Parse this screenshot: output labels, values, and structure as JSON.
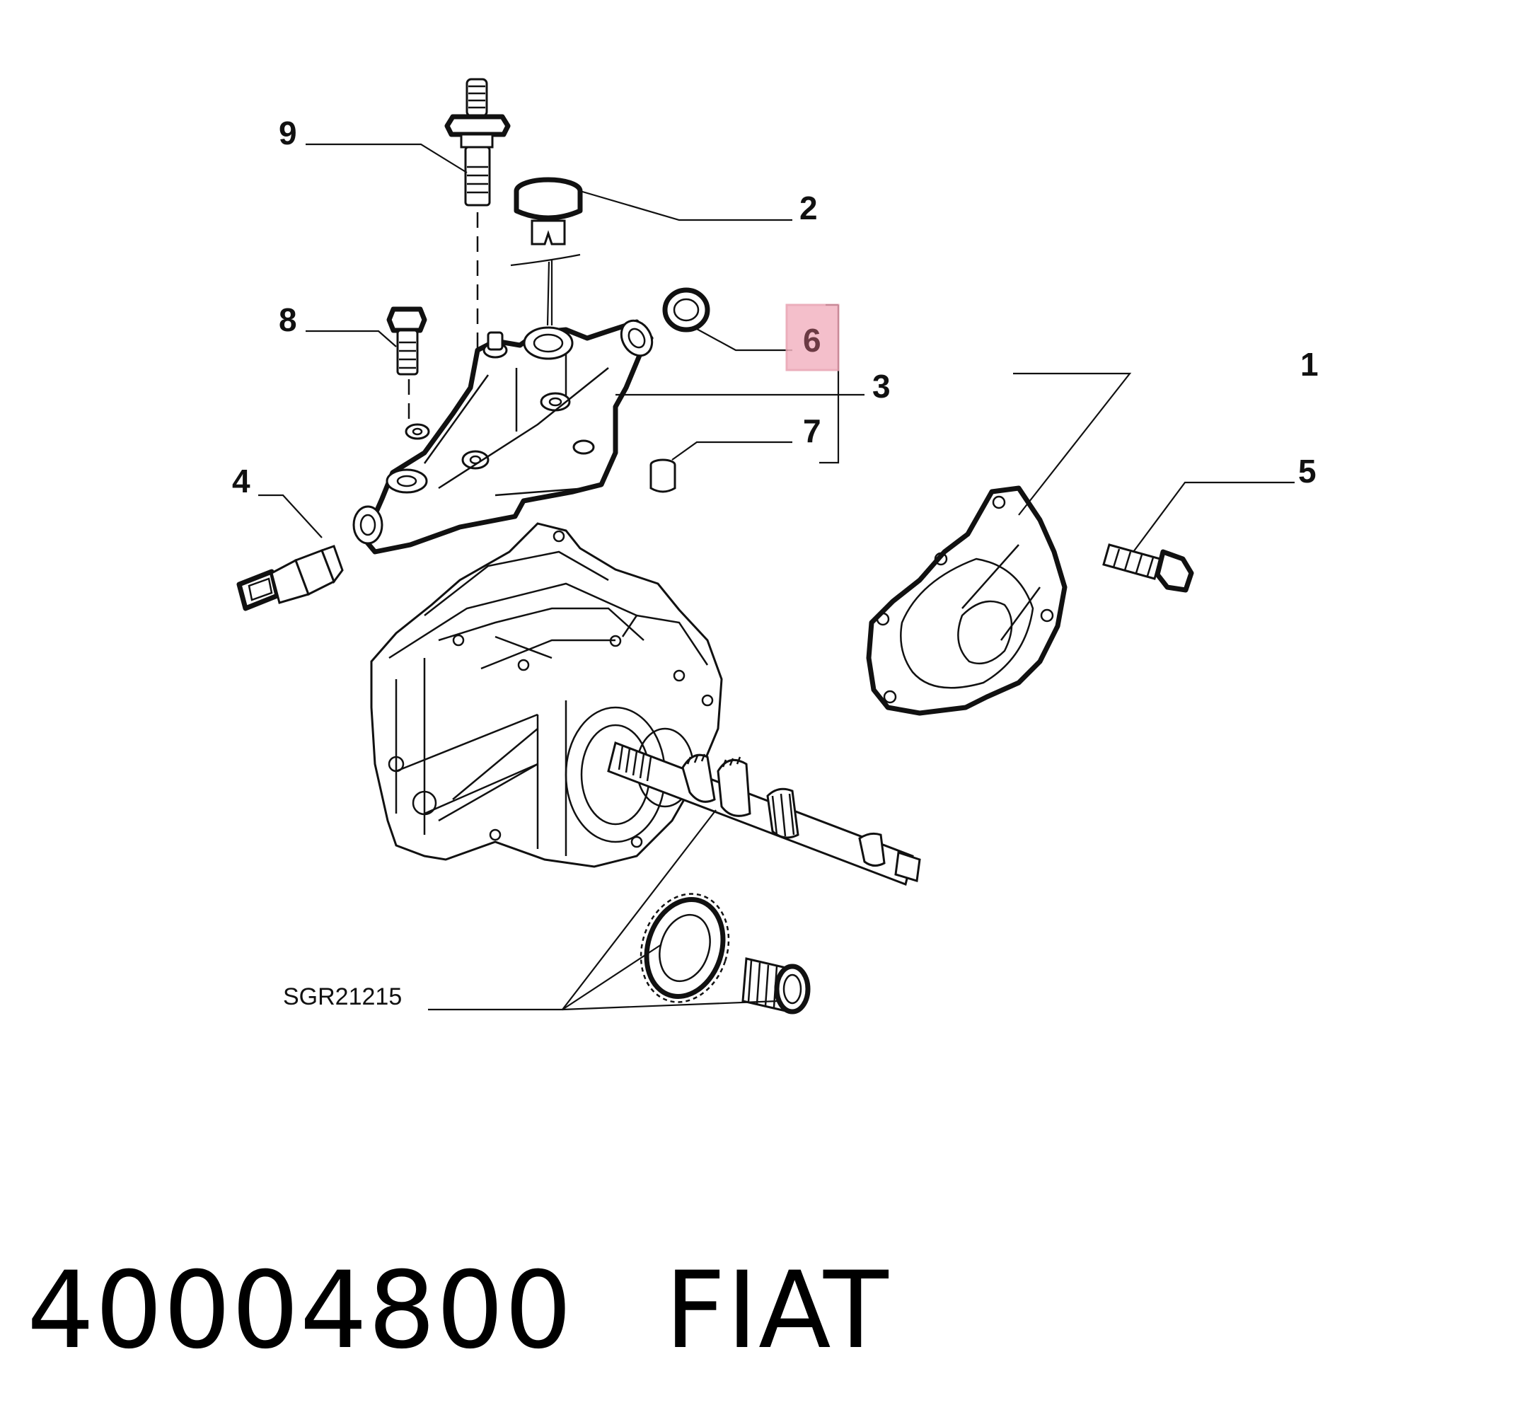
{
  "callouts": {
    "c1": "1",
    "c2": "2",
    "c3": "3",
    "c4": "4",
    "c5": "5",
    "c6": "6",
    "c7": "7",
    "c8": "8",
    "c9": "9"
  },
  "highlighted_callout": "6",
  "highlight_color": "#f3b5c2",
  "reference_code": "SGR21215",
  "footer": {
    "part_number": "40004800",
    "brand": "FIAT"
  }
}
